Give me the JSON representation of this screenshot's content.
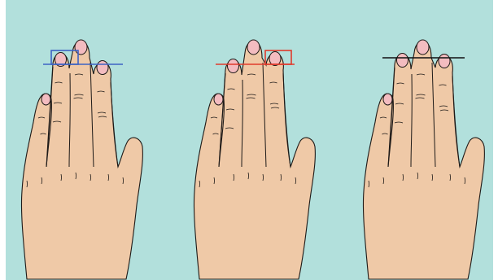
{
  "colors": {
    "background": "#b2e0dc",
    "skin": "#efc9a7",
    "nail": "#f3bcc0",
    "outline": "#1e1a18",
    "ring_longer_marker": "#3d62c4",
    "index_longer_marker": "#e03a2c",
    "equal_marker": "#111111"
  },
  "illustration": {
    "subject": "three-hands-finger-length-comparison",
    "hands": [
      {
        "name": "hand-ring-finger-longer",
        "marker": "blue"
      },
      {
        "name": "hand-index-finger-longer",
        "marker": "red"
      },
      {
        "name": "hand-equal-fingers",
        "marker": "black"
      }
    ]
  }
}
